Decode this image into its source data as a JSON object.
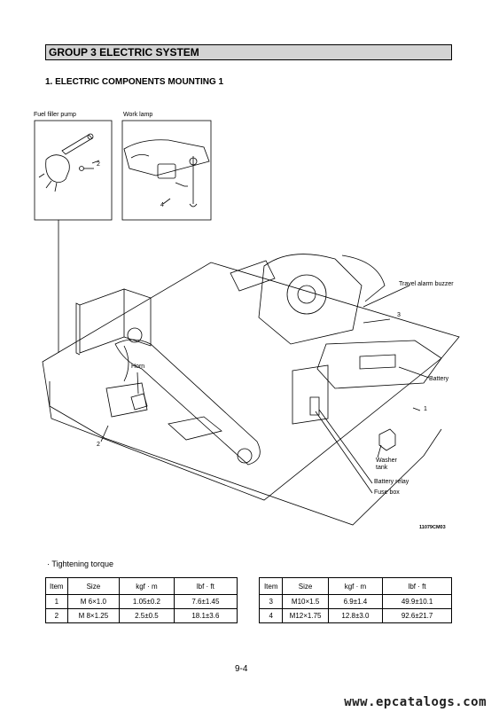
{
  "header": {
    "group_title": "GROUP  3  ELECTRIC SYSTEM",
    "section_title": "1. ELECTRIC COMPONENTS MOUNTING 1"
  },
  "figure": {
    "labels": {
      "fuel_filler_pump": "Fuel filler pump",
      "work_lamp": "Work lamp",
      "travel_alarm_buzzer": "Travel alarm buzzer",
      "battery": "Battery",
      "horn": "Horn",
      "washer_tank_line1": "Washer",
      "washer_tank_line2": "tank",
      "battery_relay": "Battery relay",
      "fuse_box": "Fuse box"
    },
    "callouts": {
      "c1": "1",
      "c2_inset": "2",
      "c2_main": "2",
      "c3": "3",
      "c4": "4"
    },
    "drawing_code": "11079CM03"
  },
  "torque": {
    "title": "· Tightening torque",
    "headers": [
      "Item",
      "Size",
      "kgf · m",
      "lbf · ft"
    ],
    "left_rows": [
      [
        "1",
        "M 6×1.0",
        "1.05±0.2",
        "7.6±1.45"
      ],
      [
        "2",
        "M 8×1.25",
        "2.5±0.5",
        "18.1±3.6"
      ]
    ],
    "right_rows": [
      [
        "3",
        "M10×1.5",
        "6.9±1.4",
        "49.9±10.1"
      ],
      [
        "4",
        "M12×1.75",
        "12.8±3.0",
        "92.6±21.7"
      ]
    ]
  },
  "footer": {
    "page_number": "9-4",
    "watermark": "www.epcatalogs.com"
  }
}
